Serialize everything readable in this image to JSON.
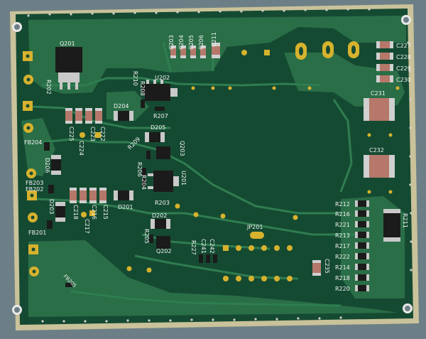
{
  "board": {
    "labels": {
      "q201": "Q201",
      "r202": "R202",
      "c203": "C203",
      "c204": "C204",
      "c205": "C205",
      "c206": "C206",
      "c211": "C211",
      "r210": "R210",
      "r208": "R208",
      "u202": "U202",
      "c227": "C227",
      "c228": "C228",
      "c229": "C229",
      "c230": "C230",
      "c231": "C231",
      "c232": "C232",
      "d204": "D204",
      "r207": "R207",
      "d205": "D205",
      "r209": "R209",
      "q203": "Q203",
      "c225": "C225",
      "c224": "C224",
      "c223": "C223",
      "c222": "C222",
      "fb204": "FB204",
      "d206": "D206",
      "fb203": "FB203",
      "fb202": "FB202",
      "r206": "R206",
      "r204": "R204",
      "u201": "U201",
      "d203": "D203",
      "c218": "C218",
      "c216": "C216",
      "c215": "C215",
      "d201": "D201",
      "r203": "R203",
      "c217": "C217",
      "fb201": "FB201",
      "d202": "D202",
      "r205": "R205",
      "q202": "Q202",
      "jp201": "JP201",
      "r227": "R227",
      "c241": "C241",
      "c242": "C242",
      "c235": "C235",
      "fb205": "FB205",
      "r212": "R212",
      "r216": "R216",
      "r221": "R221",
      "r213": "R213",
      "r217": "R217",
      "r222": "R222",
      "r214": "R214",
      "r218": "R218",
      "r220": "R220",
      "r211": "R211"
    },
    "colors": {
      "background": "#6d7f86",
      "board_edge": "#c9c29a",
      "copper_pour": "#1f5a3c",
      "trace": "#2e7a4e",
      "pad": "#d7b22e",
      "silkscreen": "#f2f2f2",
      "resistor_body": "#1b1b1b",
      "capacitor_body": "#b5786a"
    }
  }
}
